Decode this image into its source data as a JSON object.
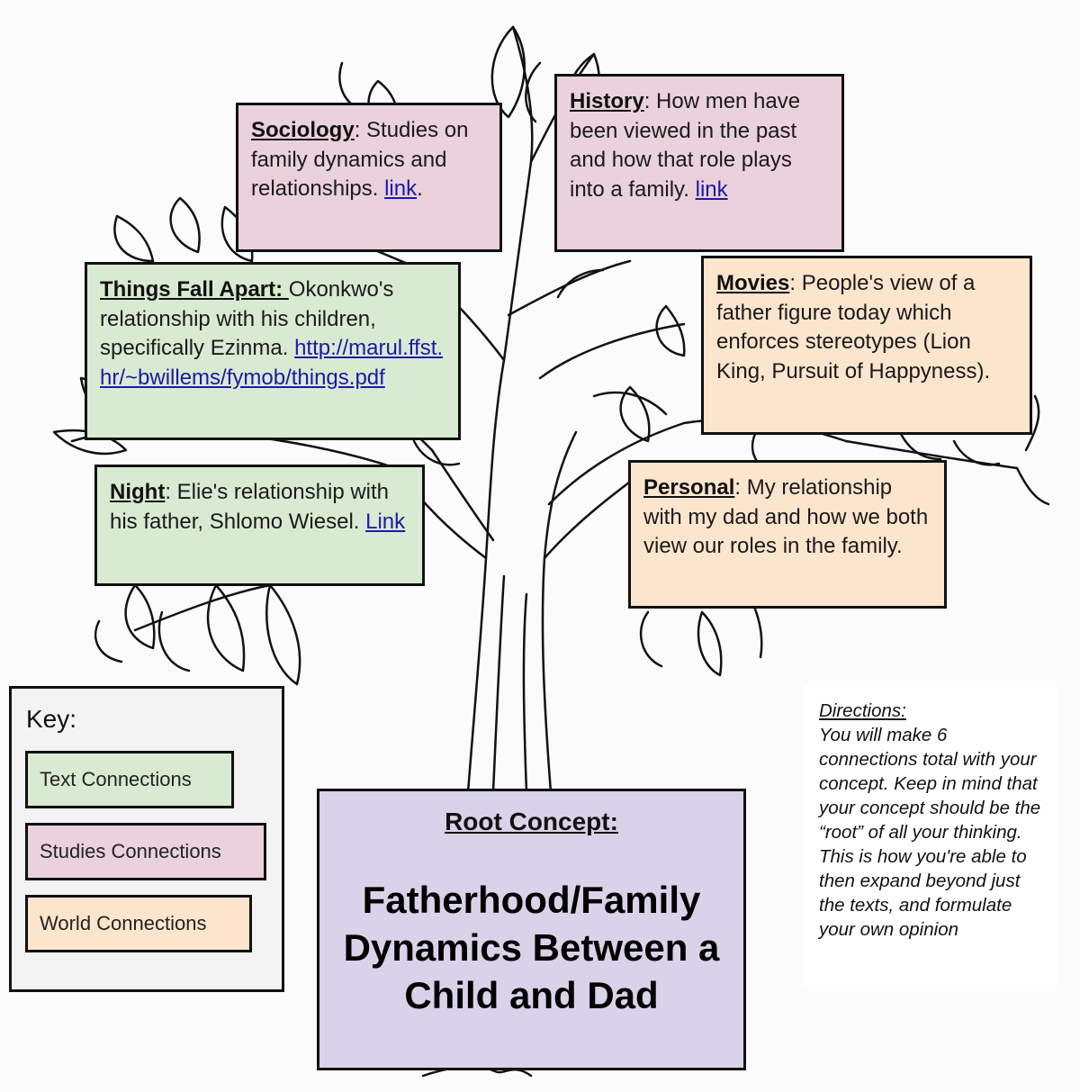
{
  "colors": {
    "studies": "#ead1dc",
    "text": "#d9ead3",
    "world": "#fce5cd",
    "root": "#d9d2e9",
    "key_background": "#f3f3f3",
    "link": "#1a1aa6"
  },
  "connections": {
    "sociology": {
      "category": "Studies Connections",
      "heading": "Sociology",
      "text": ": Studies on family dynamics and relationships. ",
      "link": "link",
      "after": "."
    },
    "history": {
      "category": "Studies Connections",
      "heading": "History",
      "text": ": How men have been viewed in the past and how that role plays into a family. ",
      "link": "link"
    },
    "things_fall_apart": {
      "category": "Text Connections",
      "heading": "Things Fall Apart: ",
      "text": "Okonkwo's relationship with his children, specifically Ezinma. ",
      "link": "http://marul.ffst.hr/~bwillems/fymob/things.pdf"
    },
    "movies": {
      "category": "World Connections",
      "heading": "Movies",
      "text": ": People's view of a father figure today which enforces stereotypes (Lion King, Pursuit of Happyness)."
    },
    "night": {
      "category": "Text Connections",
      "heading": "Night",
      "text": ": Elie's relationship with his father, Shlomo Wiesel. ",
      "link": "Link"
    },
    "personal": {
      "category": "World Connections",
      "heading": "Personal",
      "text": ": My relationship with my dad and how we both view our roles in the family."
    }
  },
  "key": {
    "title": "Key:",
    "items": [
      {
        "label": "Text Connections",
        "color": "#d9ead3"
      },
      {
        "label": "Studies Connections",
        "color": "#ead1dc"
      },
      {
        "label": "World Connections",
        "color": "#fce5cd"
      }
    ]
  },
  "root_concept": {
    "label": "Root Concept:",
    "title": "Fatherhood/Family Dynamics Between a Child and Dad"
  },
  "directions": {
    "title": "Directions:",
    "text": "You will make 6 connections total with your concept. Keep in mind that your concept should be the “root” of all your thinking. This is how you're able to then expand beyond just the texts, and formulate your own opinion"
  },
  "illustration": {
    "icon": "tree-illustration-icon"
  }
}
